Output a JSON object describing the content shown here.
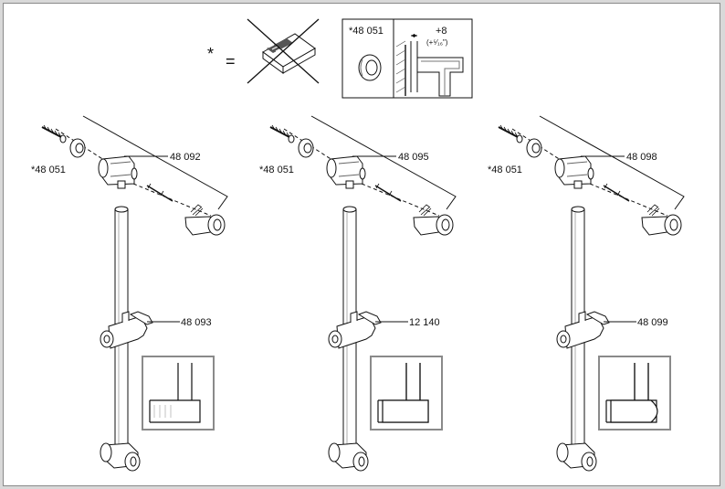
{
  "legend": {
    "star_symbol": "*",
    "equals_symbol": "=",
    "box_part": "*48 051",
    "dimension": "+8",
    "dimension_sub": "(+⁵⁄₁₆\")"
  },
  "assemblies": [
    {
      "washer_part": "*48 051",
      "bracket_part": "48 092",
      "slider_part": "48 093"
    },
    {
      "washer_part": "*48 051",
      "bracket_part": "48 095",
      "slider_part": "12 140"
    },
    {
      "washer_part": "*48 051",
      "bracket_part": "48 098",
      "slider_part": "48 099"
    }
  ]
}
